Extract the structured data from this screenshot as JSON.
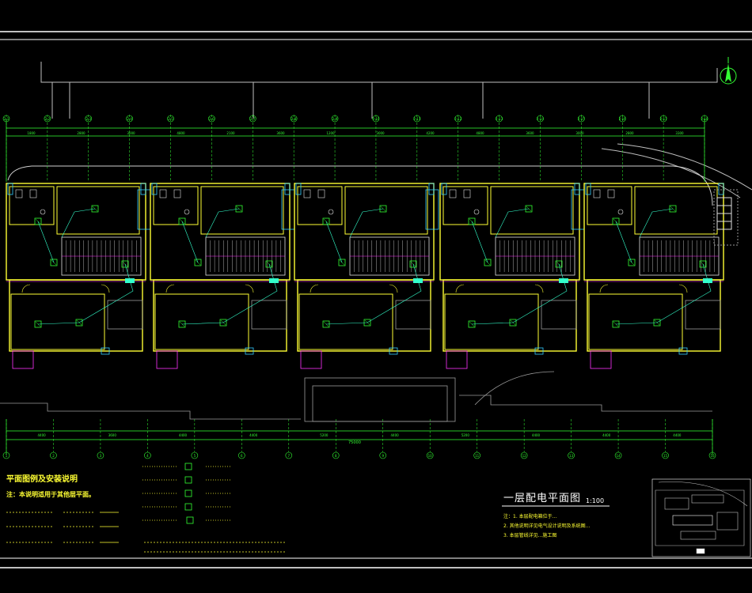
{
  "drawing": {
    "title": "一层配电平面图",
    "scale": "1:100",
    "legend_title": "平面图例及安装说明",
    "legend_note": "注：本说明适用于其他层平面。",
    "notes": [
      "注：1. 本层配电箱位于...",
      "2. 其他说明详见电气设计说明及系统图...",
      "3. 本层管线详见...施工图"
    ],
    "top_tick_labels": [
      "2-1",
      "2-2",
      "2-3",
      "2-4",
      "2-5",
      "2-6",
      "2-7",
      "2-8",
      "2-9",
      "2-10",
      "2-11",
      "2-12",
      "2-13",
      "2-14",
      "2-15",
      "2-16",
      "2-17",
      "2-18"
    ],
    "bottom_tick_labels": [
      "1",
      "2",
      "3",
      "4",
      "5",
      "6",
      "7",
      "8",
      "9",
      "10",
      "11",
      "12",
      "13",
      "14",
      "15",
      "16"
    ],
    "top_dims": [
      "1800",
      "2800",
      "3000",
      "4800",
      "2100",
      "3600",
      "1200",
      "3000",
      "4200",
      "4800",
      "3600",
      "3000",
      "2800",
      "3300"
    ],
    "bottom_dims": [
      "4400",
      "3600",
      "4400",
      "4400",
      "5200",
      "4400",
      "5200",
      "4400",
      "4400",
      "4400"
    ],
    "overall_dim": "75000"
  },
  "colors": {
    "wall": "#ffff33",
    "wire": "#33ffcc",
    "device": "#33ff33",
    "border": "#ffffff",
    "stair": "#e0e0e0",
    "magenta": "#ff33ff",
    "cyan": "#33ccff",
    "gray": "#9a9a9a"
  }
}
